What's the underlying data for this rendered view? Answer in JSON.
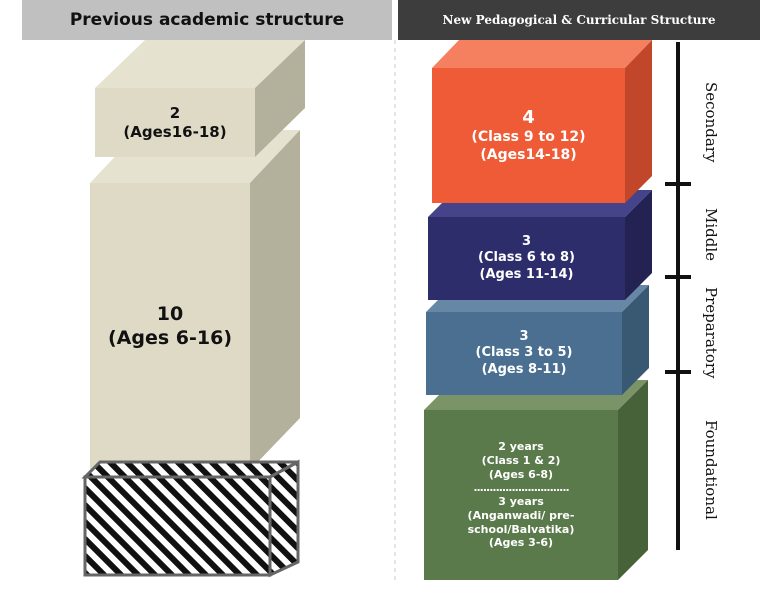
{
  "left": {
    "title": "Previous academic structure",
    "blocks": [
      {
        "years": "2",
        "ages": "(Ages16-18)"
      },
      {
        "years": "10",
        "ages": "(Ages 6-16)"
      }
    ]
  },
  "right": {
    "title": "New Pedagogical & Curricular  Structure",
    "stages": [
      {
        "name": "Secondary",
        "years": "4",
        "classes": "(Class 9 to 12)",
        "ages": "(Ages14-18)",
        "color": "#ef5b36"
      },
      {
        "name": "Middle",
        "years": "3",
        "classes": "(Class 6 to 8)",
        "ages": "(Ages 11-14)",
        "color": "#2e2d6b"
      },
      {
        "name": "Preparatory",
        "years": "3",
        "classes": "(Class 3 to 5)",
        "ages": "(Ages 8-11)",
        "color": "#4a6f91"
      },
      {
        "name": "Foundational",
        "part1": {
          "years": "2 years",
          "classes": "(Class 1 & 2)",
          "ages": "(Ages 6-8)"
        },
        "separator": "..............................",
        "part2": {
          "years": "3 years",
          "classes": "(Anganwadi/ pre-school/Balvatika)",
          "ages": "(Ages 3-6)"
        },
        "color": "#5b7a4b"
      }
    ]
  }
}
